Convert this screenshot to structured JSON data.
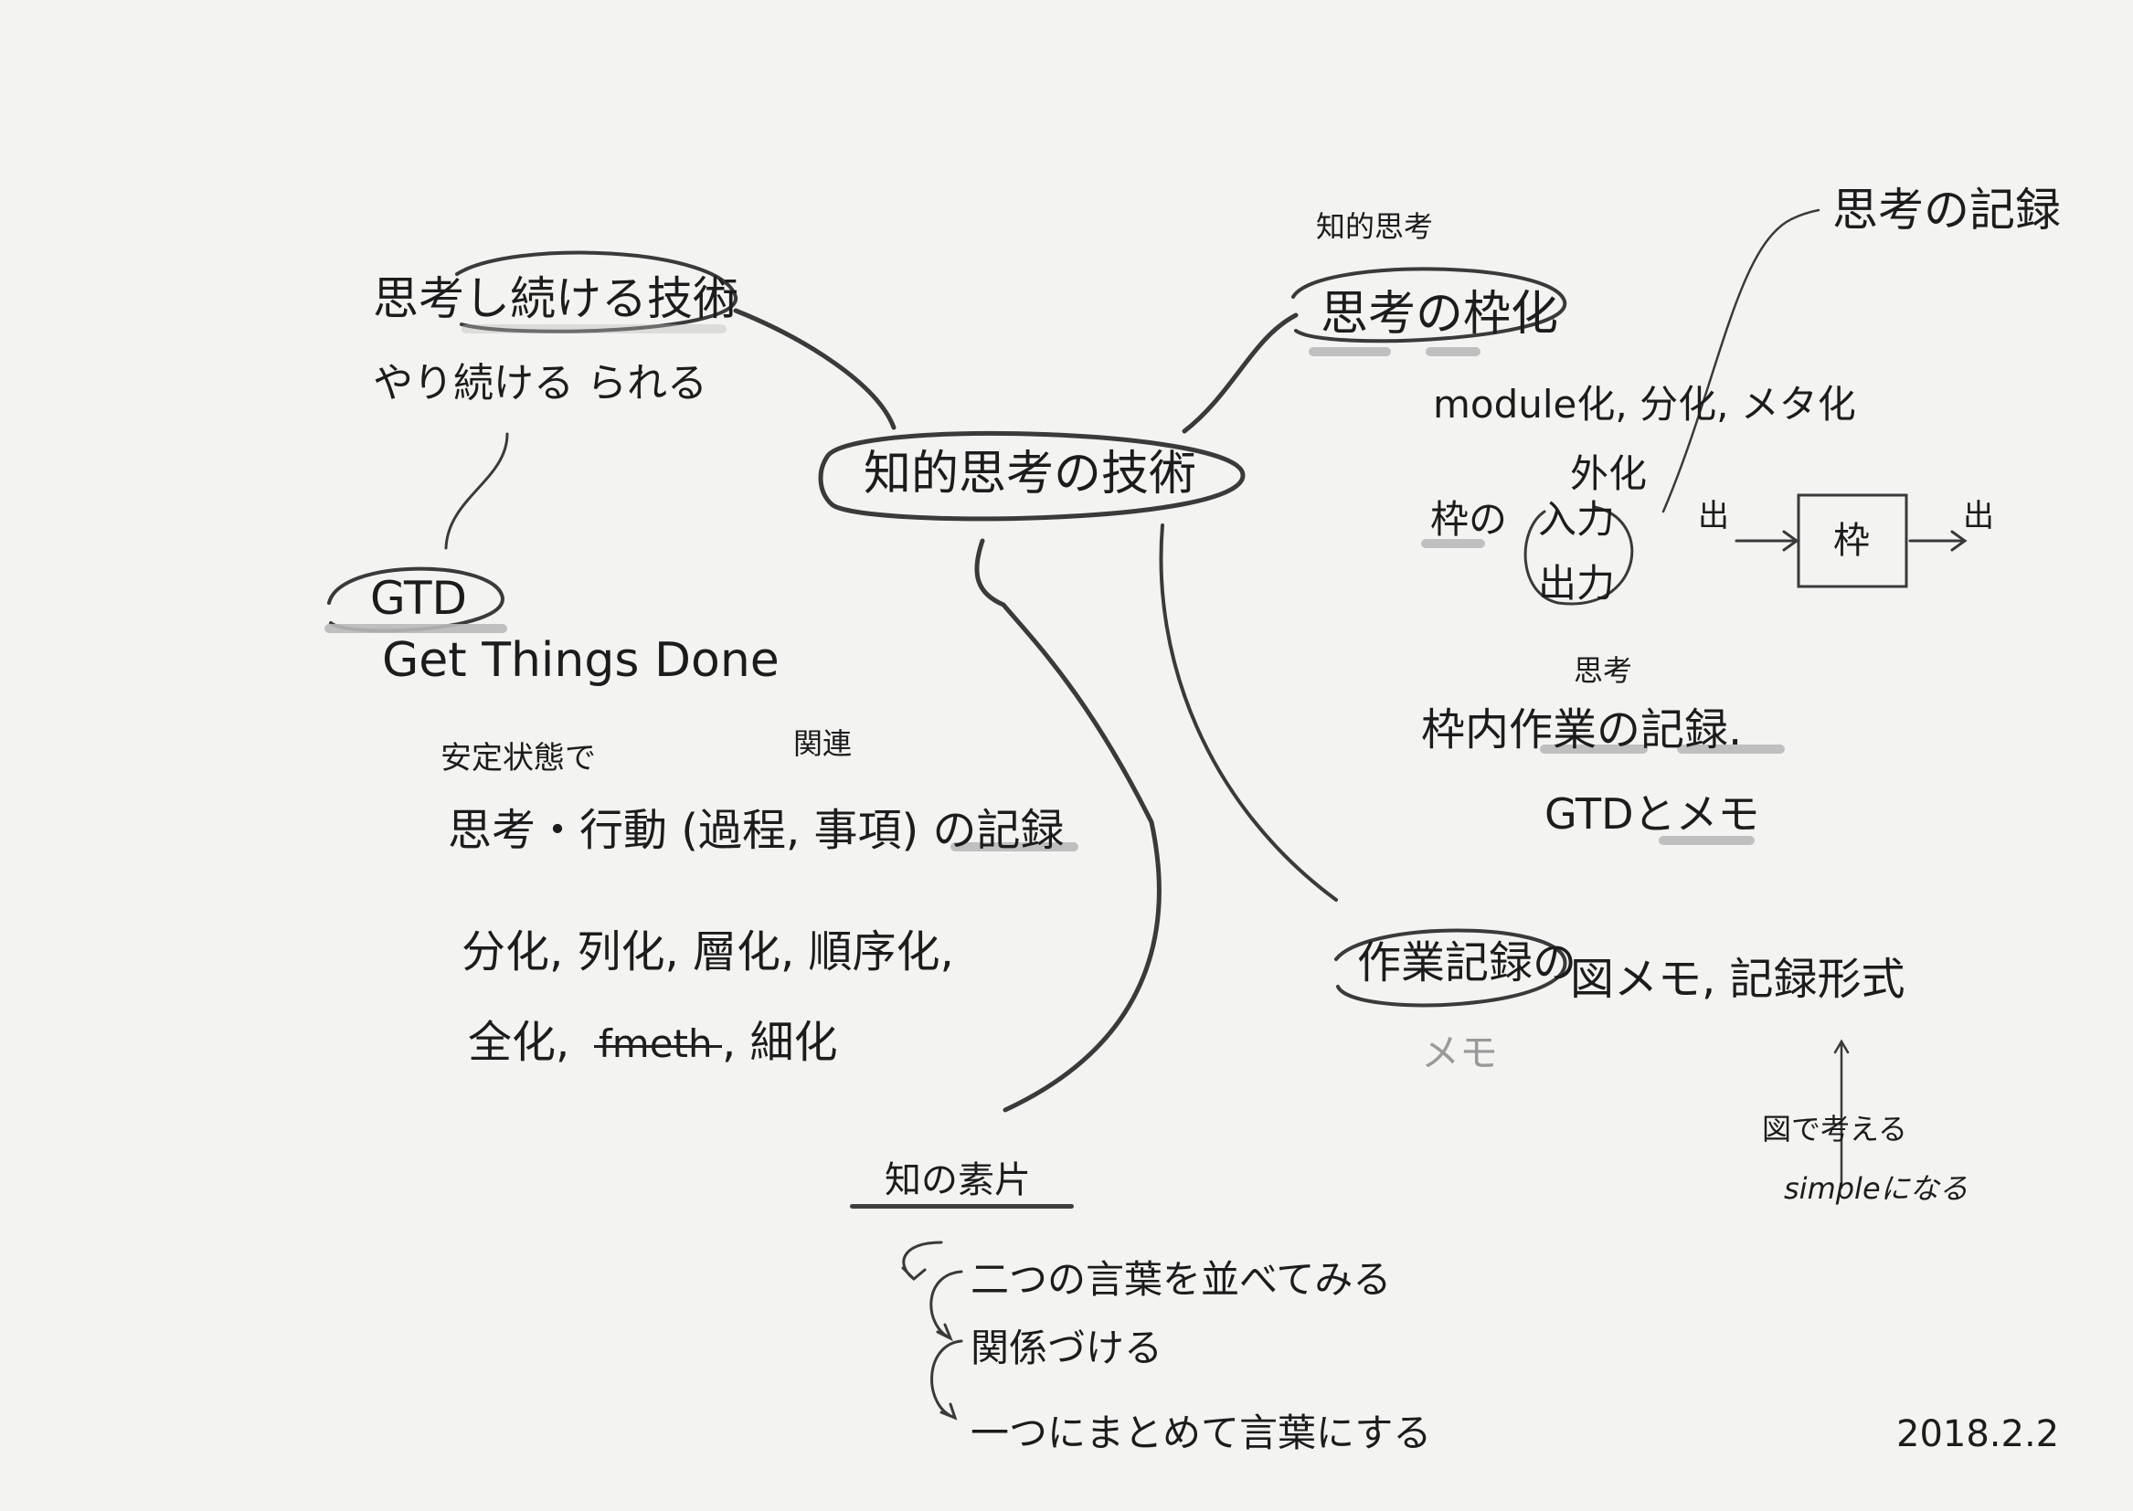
{
  "center": {
    "label": "知的思考の技術"
  },
  "left_branch": {
    "title": "思考し続ける技術",
    "subtitle": "やり続ける られる",
    "gtd": {
      "label": "GTD",
      "expansion": "Get Things Done"
    },
    "annotation_above": "安定状態で",
    "annotation_small": "関連",
    "record_line": "思考・行動 (過程, 事項) の記録",
    "list_line1": "分化, 列化, 層化, 順序化,",
    "list_line2_a": "全化,",
    "list_line2_struck": "fmeth",
    "list_line2_b": ", 細化"
  },
  "right_branch": {
    "small_label": "知的思考",
    "title": "思考の枠化",
    "subtitle": "module化, 分化, メタ化",
    "frame_label": "枠の",
    "outside": "外化",
    "input": "入力",
    "output": "出力",
    "box_label": "枠",
    "in_arrow_label": "出",
    "out_arrow_label": "出",
    "top_right": "思考の記録",
    "work_small": "思考",
    "work_record": "枠内作業の記録.",
    "gtd_memo": "GTDとメモ"
  },
  "lower_right_branch": {
    "title": "作業記録の",
    "suffix": "図メモ, 記録形式",
    "below": "メモ",
    "note1": "図で考える",
    "note2": "simpleになる"
  },
  "bottom_branch": {
    "title": "知の素片",
    "steps": [
      "二つの言葉を並べてみる",
      "関係づける",
      "一つにまとめて言葉にする"
    ]
  },
  "date": "2018.2.2"
}
